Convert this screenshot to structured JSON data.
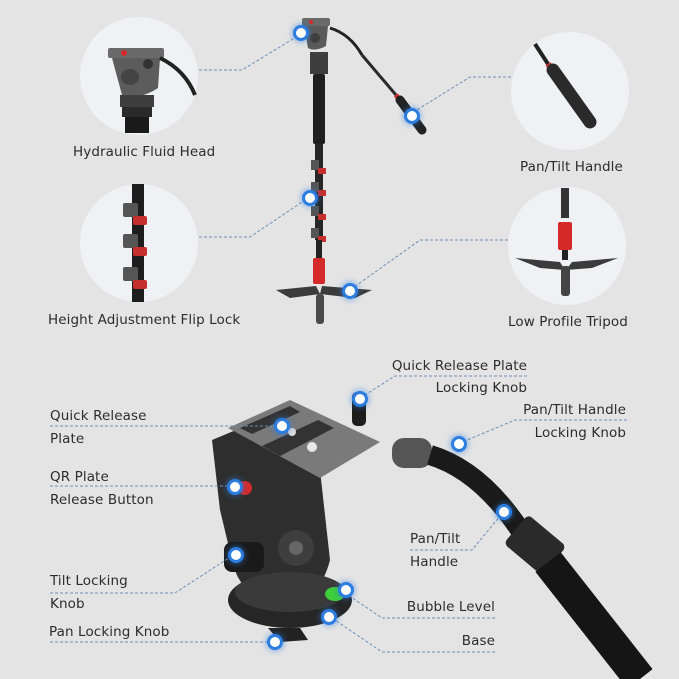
{
  "top_callouts": [
    {
      "id": "hydraulic-fluid-head",
      "label": "Hydraulic Fluid Head"
    },
    {
      "id": "pan-tilt-handle",
      "label": "Pan/Tilt Handle"
    },
    {
      "id": "height-adjustment-flip-lock",
      "label": "Height Adjustment Flip Lock"
    },
    {
      "id": "low-profile-tripod",
      "label": "Low Profile Tripod"
    }
  ],
  "head_callouts": {
    "quick_release_plate": {
      "line1": "Quick Release",
      "line2": "Plate"
    },
    "qr_plate_release_button": {
      "line1": "QR Plate",
      "line2": "Release Button"
    },
    "tilt_locking_knob": {
      "line1": "Tilt Locking",
      "line2": "Knob"
    },
    "pan_locking_knob": {
      "line1": "Pan Locking Knob"
    },
    "qr_plate_locking_knob": {
      "line1": "Quick Release Plate",
      "line2": "Locking Knob"
    },
    "pan_tilt_handle_locking_knob": {
      "line1": "Pan/Tilt Handle",
      "line2": "Locking Knob"
    },
    "pan_tilt_handle": {
      "line1": "Pan/Tilt",
      "line2": "Handle"
    },
    "bubble_level": {
      "line1": "Bubble Level"
    },
    "base": {
      "line1": "Base"
    }
  },
  "colors": {
    "background": "#e4e4e4",
    "circle_bg": "#f0f1f4",
    "accent_blue": "#2d7de0",
    "leader_line": "#6f8fb5",
    "metal_dark": "#1e1e1e",
    "accent_red": "#d42a2a",
    "bubble_green": "#3ecf3a"
  }
}
